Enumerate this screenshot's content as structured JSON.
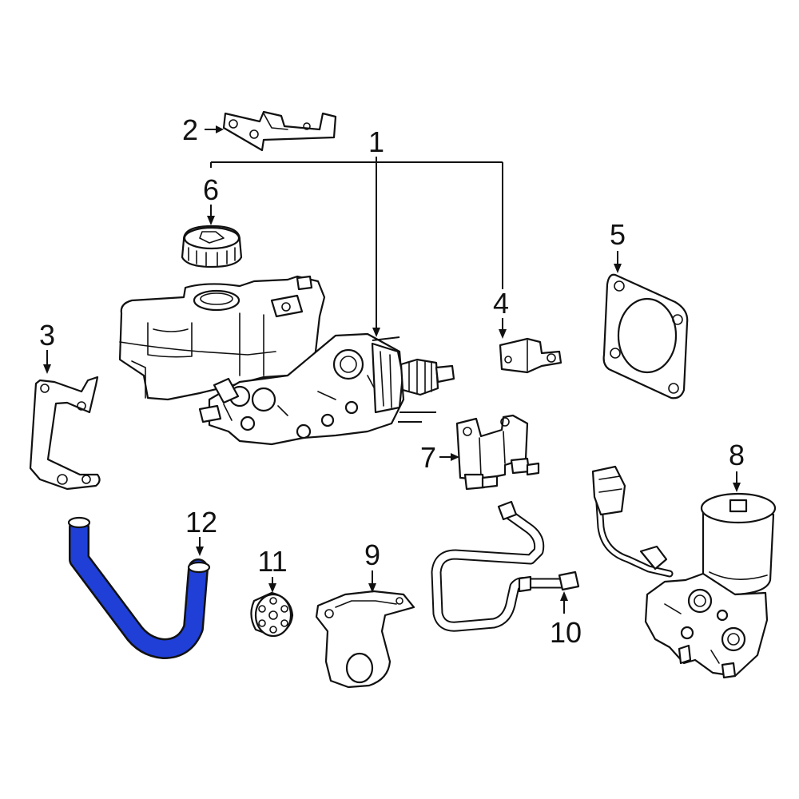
{
  "callouts": {
    "c1": "1",
    "c2": "2",
    "c3": "3",
    "c4": "4",
    "c5": "5",
    "c6": "6",
    "c7": "7",
    "c8": "8",
    "c9": "9",
    "c10": "10",
    "c11": "11",
    "c12": "12"
  },
  "highlight_color": "#1f3fd6"
}
